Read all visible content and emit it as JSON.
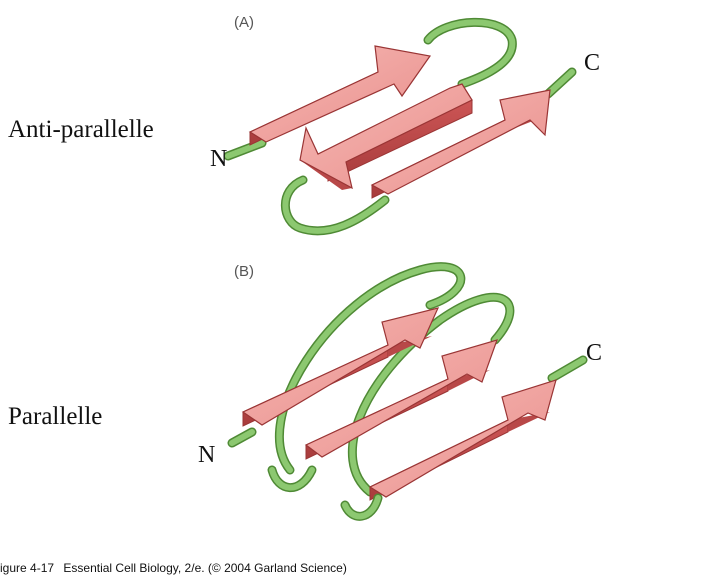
{
  "panel_a": {
    "label": "(A)",
    "side_label": "Anti-parallelle",
    "n_terminus": "N",
    "c_terminus": "C"
  },
  "panel_b": {
    "label": "(B)",
    "side_label": "Parallelle",
    "n_terminus": "N",
    "c_terminus": "C"
  },
  "caption": {
    "figure_number": "igure 4-17",
    "text": "Essential Cell Biology, 2/e. (© 2004 Garland Science)"
  },
  "colors": {
    "strand_top": "#f0a0a0",
    "strand_side": "#c85050",
    "strand_edge": "#9a3535",
    "loop": "#8cc870",
    "loop_edge": "#4f8a35"
  }
}
